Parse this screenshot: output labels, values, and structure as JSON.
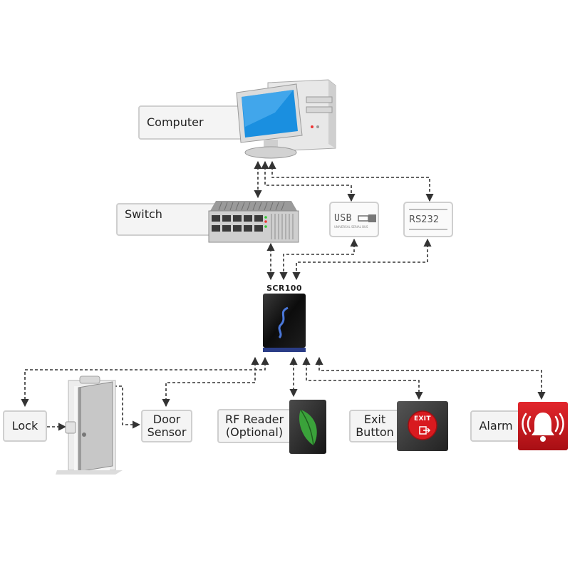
{
  "nodes": {
    "computer": {
      "label": "Computer"
    },
    "switch": {
      "label": "Switch"
    },
    "usb": {
      "label": "USB",
      "fine_print": "UNIVERSAL SERIAL BUS"
    },
    "rs232": {
      "label": "RS232"
    },
    "controller": {
      "label": "SCR100"
    },
    "lock": {
      "label": "Lock"
    },
    "door_sensor": {
      "line1": "Door",
      "line2": "Sensor"
    },
    "rf_reader": {
      "line1": "RF Reader",
      "line2": "(Optional)"
    },
    "exit_button": {
      "line1": "Exit",
      "line2": "Button",
      "icon_text": "EXIT"
    },
    "alarm": {
      "label": "Alarm"
    }
  },
  "colors": {
    "wire": "#333333",
    "alarm_red": "#c4141b",
    "exit_red": "#d81a1f",
    "rf_green": "#3aa23a",
    "monitor_blue": "#1a8fe0"
  }
}
